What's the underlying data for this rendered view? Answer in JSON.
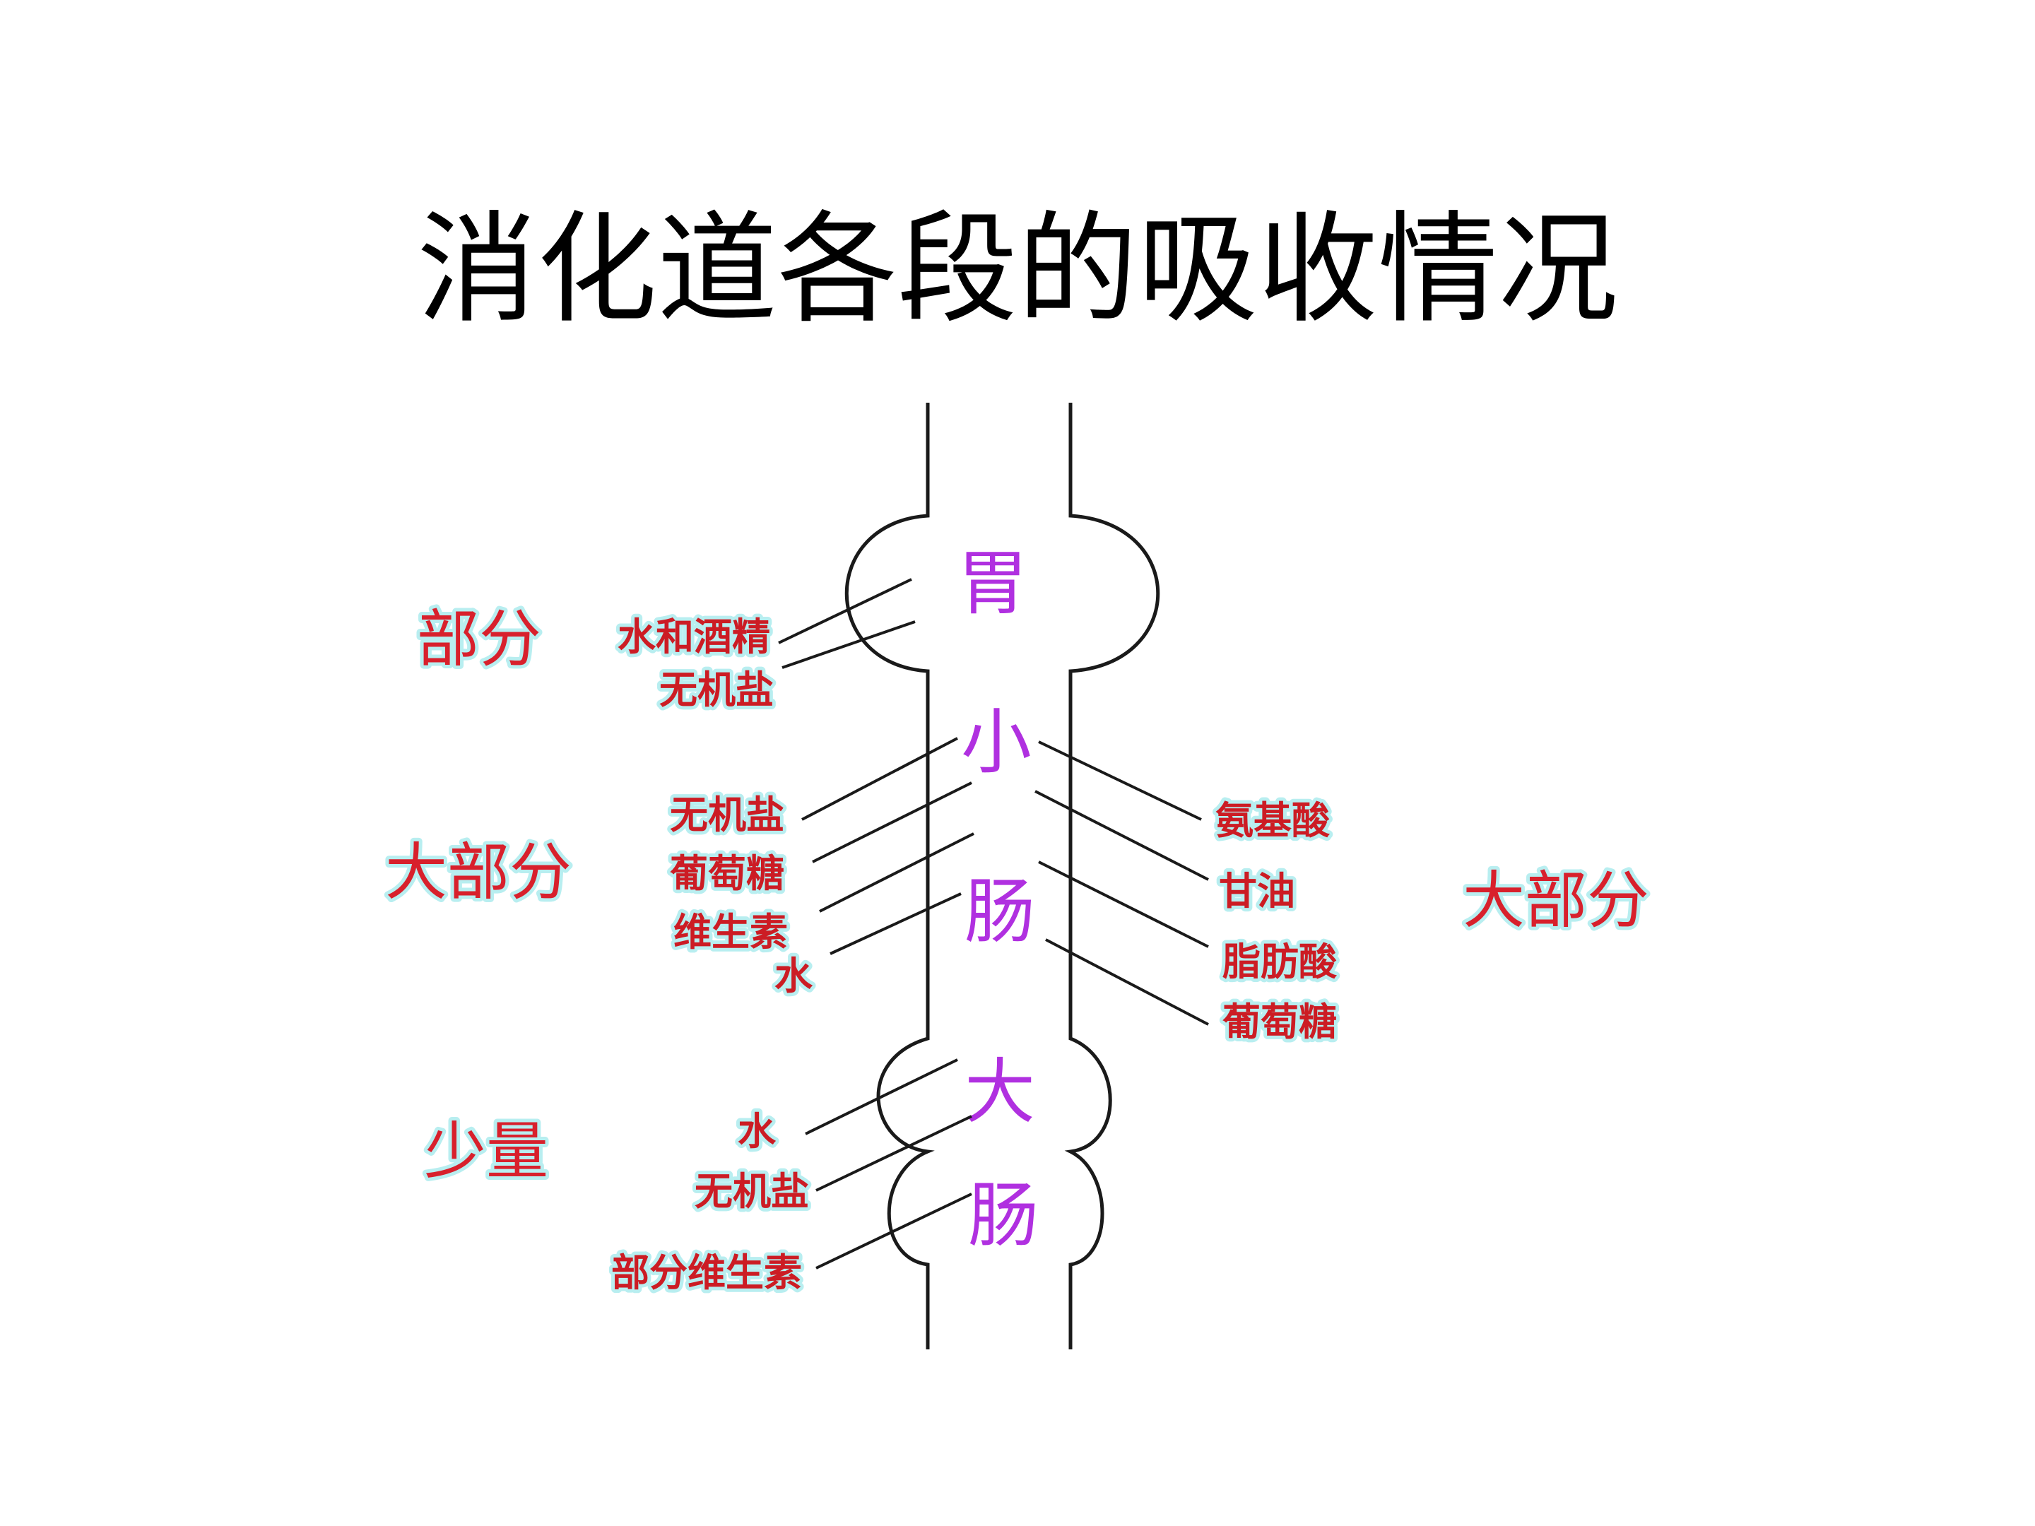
{
  "title": "消化道各段的吸收情况",
  "organs": {
    "stomach": "胃",
    "small_intestine": [
      "小",
      "肠"
    ],
    "large_intestine": [
      "大",
      "肠"
    ]
  },
  "amounts": {
    "stomach": "部分",
    "small_intestine_left": "大部分",
    "small_intestine_right": "大部分",
    "large_intestine": "少量"
  },
  "nutrients": {
    "stomach": [
      "水和酒精",
      "无机盐"
    ],
    "small_intestine_left": [
      "无机盐",
      "葡萄糖",
      "维生素",
      "水"
    ],
    "small_intestine_right": [
      "氨基酸",
      "甘油",
      "脂肪酸",
      "葡萄糖"
    ],
    "large_intestine": [
      "水",
      "无机盐",
      "部分维生素"
    ]
  },
  "colors": {
    "organ_label": "#b030e0",
    "amount_label": "#d8202c",
    "nutrient_label": "#cc1c24",
    "label_halo": "#b8eef0",
    "outline": "#1a1a1a"
  }
}
